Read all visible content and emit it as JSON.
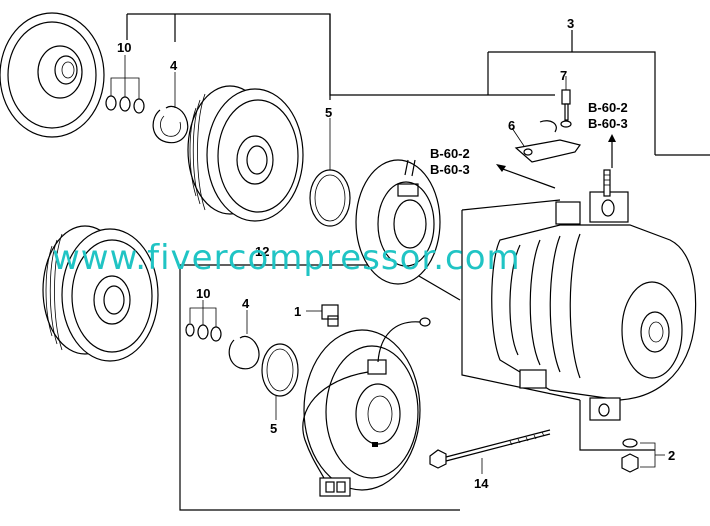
{
  "labels": {
    "p3": "3",
    "p7": "7",
    "p6": "6",
    "p10a": "10",
    "p4a": "4",
    "p5a": "5",
    "p12": "12",
    "p10b": "10",
    "p4b": "4",
    "p1": "1",
    "p5b": "5",
    "p2": "2",
    "p14": "14"
  },
  "refs": {
    "ref_right_1": "B-60-2",
    "ref_right_2": "B-60-3",
    "ref_mid_1": "B-60-2",
    "ref_mid_2": "B-60-3"
  },
  "watermark": "www.fivercompressor.com",
  "colors": {
    "watermark": "#20c4c4",
    "line": "#000000",
    "background": "#ffffff"
  }
}
